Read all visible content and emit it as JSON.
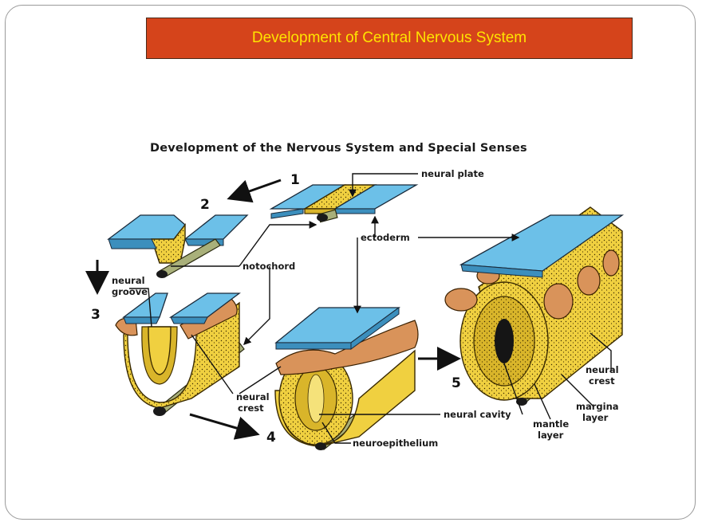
{
  "slide": {
    "title": "Development of Central Nervous System"
  },
  "figure": {
    "title": "Development of the Nervous System and Special Senses",
    "stages": [
      "1",
      "2",
      "3",
      "4",
      "5"
    ],
    "labels": {
      "neural_plate": "neural plate",
      "ectoderm": "ectoderm",
      "notochord": "notochord",
      "neural_groove_1": "neural",
      "neural_groove_2": "groove",
      "neural_crest_1": "neural",
      "neural_crest_2": "crest",
      "neural_cavity": "neural cavity",
      "neuroepithelium": "neuroepithelium",
      "neural_crest_right_1": "neural",
      "neural_crest_right_2": "crest",
      "marginal_layer_1": "margina",
      "marginal_layer_2": "layer",
      "mantle_layer_1": "mantle",
      "mantle_layer_2": "layer"
    },
    "colors": {
      "ectoderm": "#6cc0e8",
      "neural_tissue": "#f0d040",
      "neural_crest": "#d9935a",
      "notochord": "#a9b07a"
    }
  }
}
